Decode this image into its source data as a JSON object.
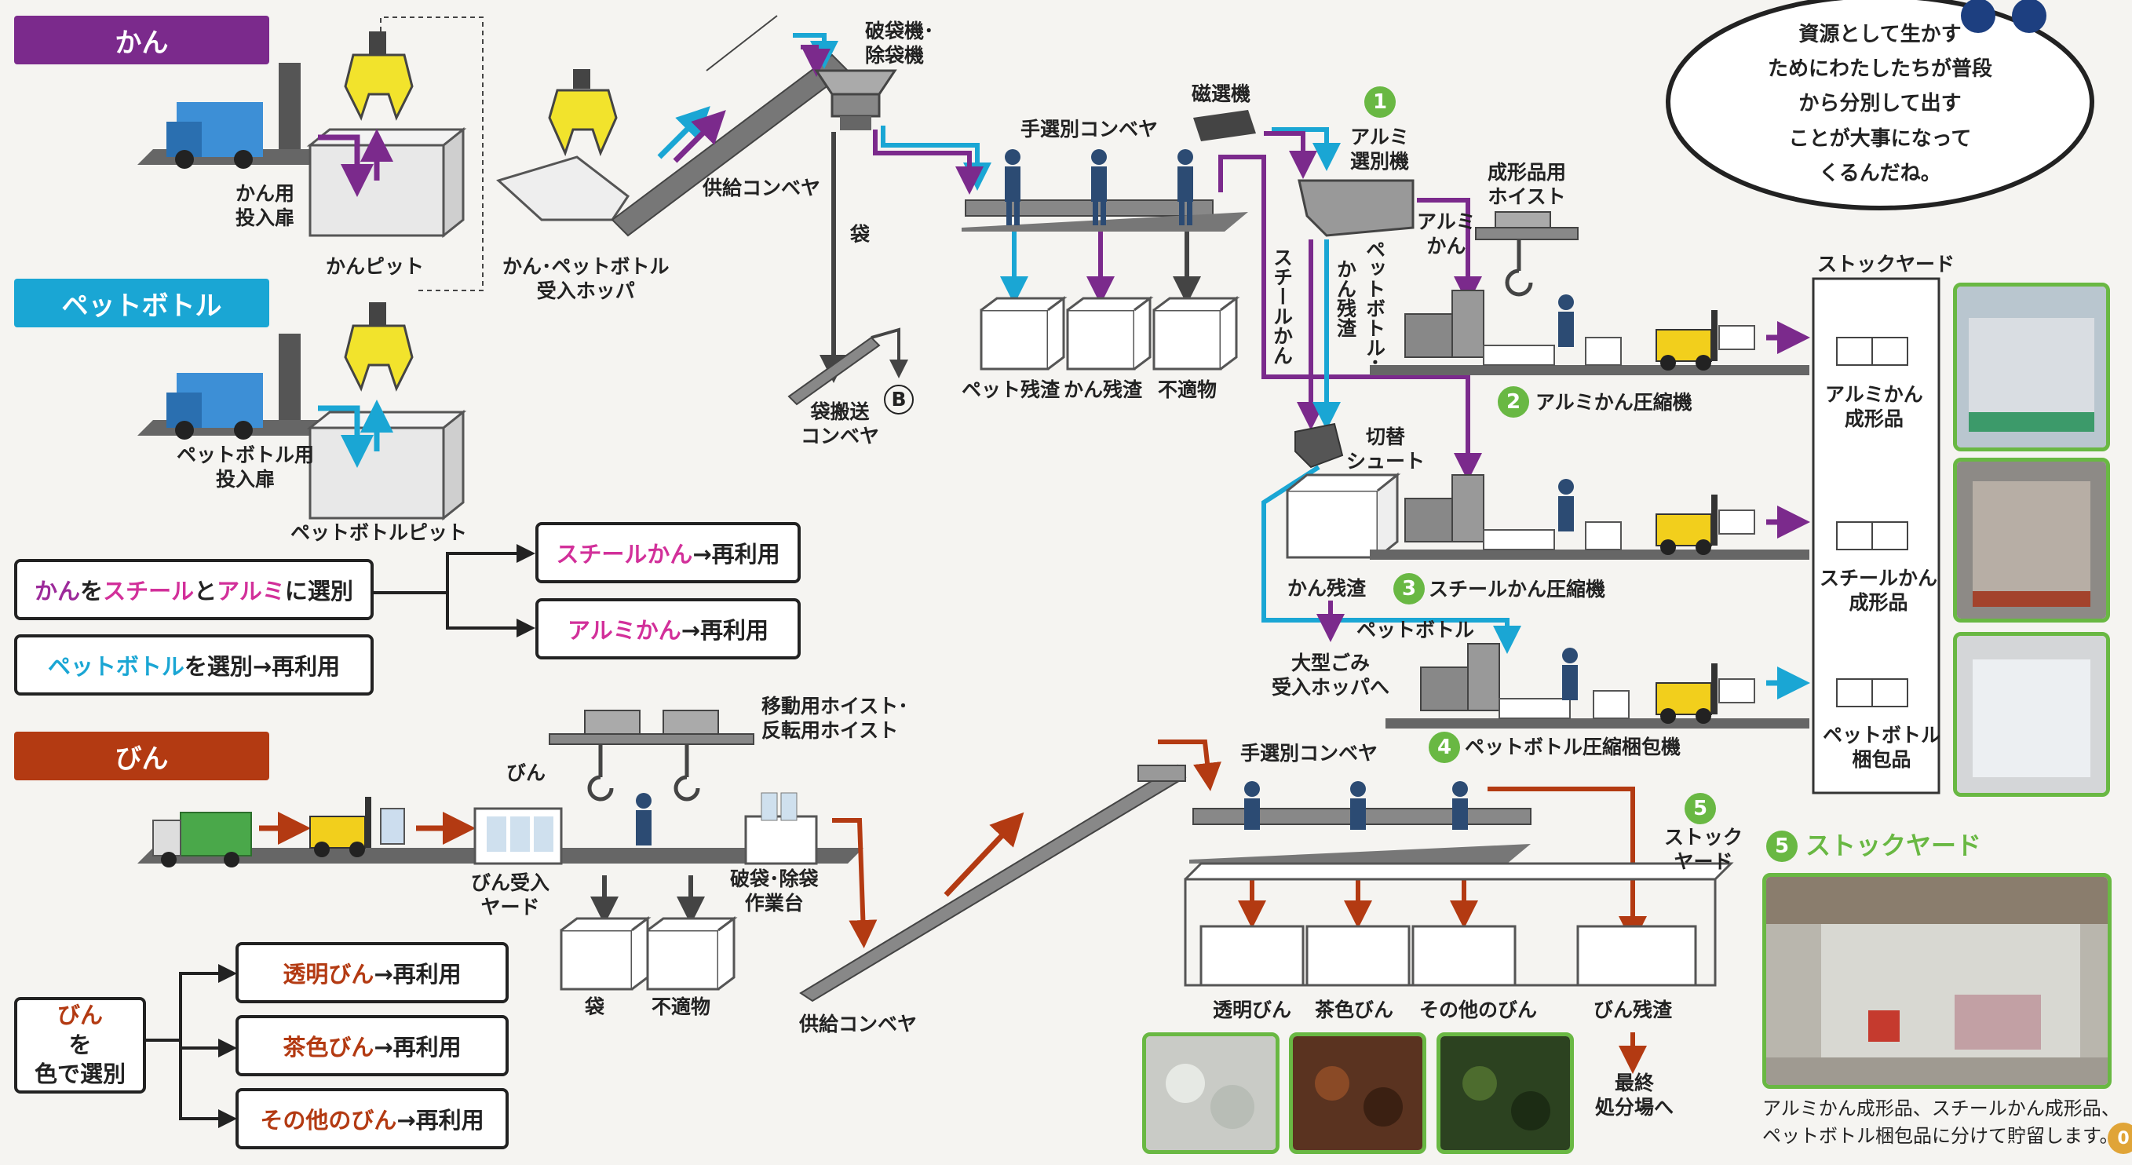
{
  "categories": {
    "can": "かん",
    "pet": "ペットボトル",
    "bottle": "びん"
  },
  "top": {
    "can_door": "かん用\n投入扉",
    "can_pit": "かんピット",
    "pet_door": "ペットボトル用\n投入扉",
    "pet_pit": "ペットボトルピット",
    "hopper": "かん･ペットボトル\n受入ホッパ",
    "feed_conv": "供給コンベヤ",
    "bag_breaker": "破袋機･\n除袋機",
    "bag": "袋",
    "bag_conv": "袋搬送\nコンベヤ",
    "b_mark": "B",
    "sort_conv": "手選別コンベヤ",
    "magnet": "磁選機",
    "res_pet": "ペット残渣",
    "res_can": "かん残渣",
    "unsuitable": "不適物",
    "al_sorter": "アルミ\n選別機",
    "al_can": "アルミ\nかん",
    "steel_can": "スチールかん",
    "can_res_v": "かん残渣",
    "pet_v": "ペットボトル･",
    "hoist_prod": "成形品用\nホイスト",
    "chute": "切替\nシュート",
    "can_res_box": "かん残渣",
    "pet_label": "ペットボトル",
    "bulky": "大型ごみ\n受入ホッパへ",
    "stockyard_title": "ストックヤード"
  },
  "machines": {
    "m1": "1",
    "m2": "2",
    "m2_name": "アルミかん圧縮機",
    "m3": "3",
    "m3_name": "スチールかん圧縮機",
    "m4": "4",
    "m4_name": "ペットボトル圧縮梱包機",
    "m5": "5"
  },
  "products": {
    "al": "アルミかん\n成形品",
    "steel": "スチールかん\n成形品",
    "pet": "ペットボトル\n梱包品"
  },
  "speech": "資源として生かす\nためにわたしたちが普段\nから分別して出す\nことが大事になって\nくるんだね。",
  "rules": {
    "r1": {
      "a": "かん",
      "b": "を",
      "c": "スチール",
      "d": "と",
      "e": "アルミ",
      "f": "に選別"
    },
    "r2": {
      "a": "スチールかん",
      "b": "→再利用"
    },
    "r3": {
      "a": "アルミかん",
      "b": "→再利用"
    },
    "r4": {
      "a": "ペットボトル",
      "b": "を選別→再利用"
    }
  },
  "bottle": {
    "bottle_label": "びん",
    "yard": "びん受入\nヤード",
    "hoist": "移動用ホイスト･\n反転用ホイスト",
    "bag": "袋",
    "unsuitable": "不適物",
    "work_table": "破袋･除袋\n作業台",
    "feed_conv": "供給コンベヤ",
    "sort_conv": "手選別コンベヤ",
    "stock": "ストック\nヤード",
    "clear": "透明びん",
    "brown": "茶色びん",
    "other": "その他のびん",
    "residue": "びん残渣",
    "final": "最終\n処分場へ"
  },
  "bottle_rules": {
    "main_a": "びん",
    "main_b": "を\n色で選別",
    "clear_a": "透明びん",
    "clear_b": "→再利用",
    "brown_a": "茶色びん",
    "brown_b": "→再利用",
    "other_a": "その他のびん",
    "other_b": "→再利用"
  },
  "stockyard_section": {
    "num": "5",
    "title": "ストックヤード",
    "caption": "アルミかん成形品、スチールかん成形品、\nペットボトル梱包品に分けて貯留します。"
  },
  "page_number": "0",
  "colors": {
    "purple": "#7b2a8c",
    "cyan": "#1aa6d4",
    "brown": "#b33a12",
    "green": "#69b843",
    "gray": "#444"
  }
}
